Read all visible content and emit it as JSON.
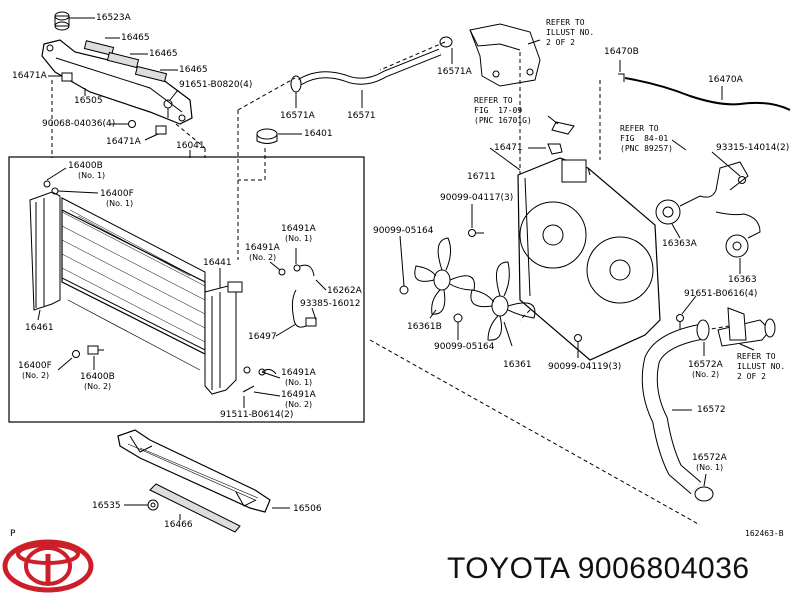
{
  "brand": {
    "logo_text": "TOYOTA",
    "part_caption": "TOYOTA 9006804036",
    "logo_color": "#cc1f2a"
  },
  "corner_letter": "P",
  "illustration_code": "162463-B",
  "refs": {
    "ref_top": "REFER TO\nILLUST NO.\n2 OF 2",
    "ref_fig_17": "REFER TO\nFIG  17-09\n(PNC 16701G)",
    "ref_fig_84": "REFER TO\nFIG  84-01\n(PNC 89257)",
    "ref_bottom": "REFER TO\nILLUST NO.\n2 OF 2"
  },
  "labels": {
    "p16523A": "16523A",
    "p16465a": "16465",
    "p16465b": "16465",
    "p16465c": "16465",
    "p16471A_a": "16471A",
    "p16505": "16505",
    "p91651_0820": "91651-B0820(4)",
    "p90068": "90068-04036(4)",
    "p16471A_b": "16471A",
    "p16041": "16041",
    "p16571A_a": "16571A",
    "p16571": "16571",
    "p16571A_b": "16571A",
    "p16401": "16401",
    "p16400B_1": "16400B",
    "p16400B_1_sub": "(No. 1)",
    "p16400F_1": "16400F",
    "p16400F_1_sub": "(No. 1)",
    "p16461": "16461",
    "p16400F_2": "16400F",
    "p16400F_2_sub": "(No. 2)",
    "p16400B_2": "16400B",
    "p16400B_2_sub": "(No. 2)",
    "p16441": "16441",
    "p16491A_a": "16491A",
    "p16491A_a_sub": "(No. 1)",
    "p16491A_b": "16491A",
    "p16491A_b_sub": "(No. 2)",
    "p16262A": "16262A",
    "p93385": "93385-16012",
    "p16497": "16497",
    "p16491A_c": "16491A",
    "p16491A_c_sub": "(No. 1)",
    "p16491A_d": "16491A",
    "p16491A_d_sub": "(No. 2)",
    "p91511": "91511-B0614(2)",
    "p16535": "16535",
    "p16466": "16466",
    "p16506": "16506",
    "p16470B": "16470B",
    "p16470A": "16470A",
    "p16471": "16471",
    "p93315": "93315-14014(2)",
    "p16711": "16711",
    "p90099_04117": "90099-04117(3)",
    "p90099_05164a": "90099-05164",
    "p16363A": "16363A",
    "p16363": "16363",
    "p91651_0616": "91651-B0616(4)",
    "p16361B": "16361B",
    "p90099_05164b": "90099-05164",
    "p16361": "16361",
    "p90099_04119": "90099-04119(3)",
    "p16572A_a": "16572A",
    "p16572A_a_sub": "(No. 2)",
    "p16572": "16572",
    "p16572A_b": "16572A",
    "p16572A_b_sub": "(No. 1)"
  }
}
